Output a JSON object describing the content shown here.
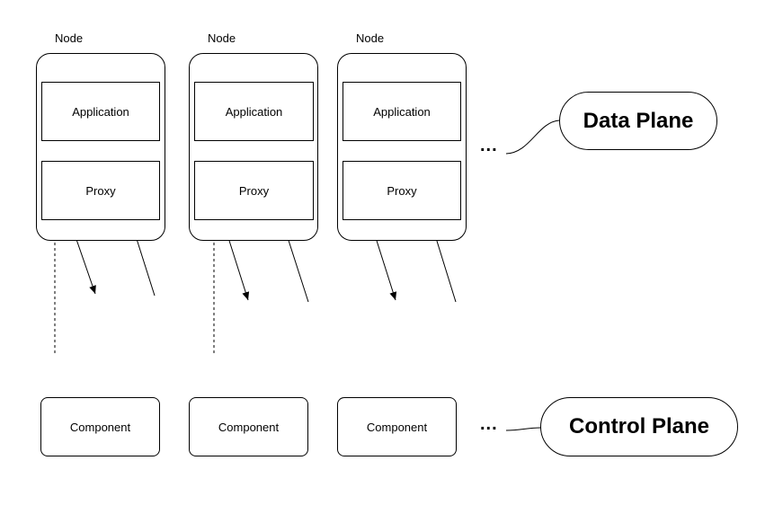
{
  "nodes": [
    {
      "title": "Node",
      "application": "Application",
      "proxy": "Proxy"
    },
    {
      "title": "Node",
      "application": "Application",
      "proxy": "Proxy"
    },
    {
      "title": "Node",
      "application": "Application",
      "proxy": "Proxy"
    }
  ],
  "components": [
    "Component",
    "Component",
    "Component"
  ],
  "ellipsis": "...",
  "data_plane_label": "Data Plane",
  "control_plane_label": "Control Plane"
}
